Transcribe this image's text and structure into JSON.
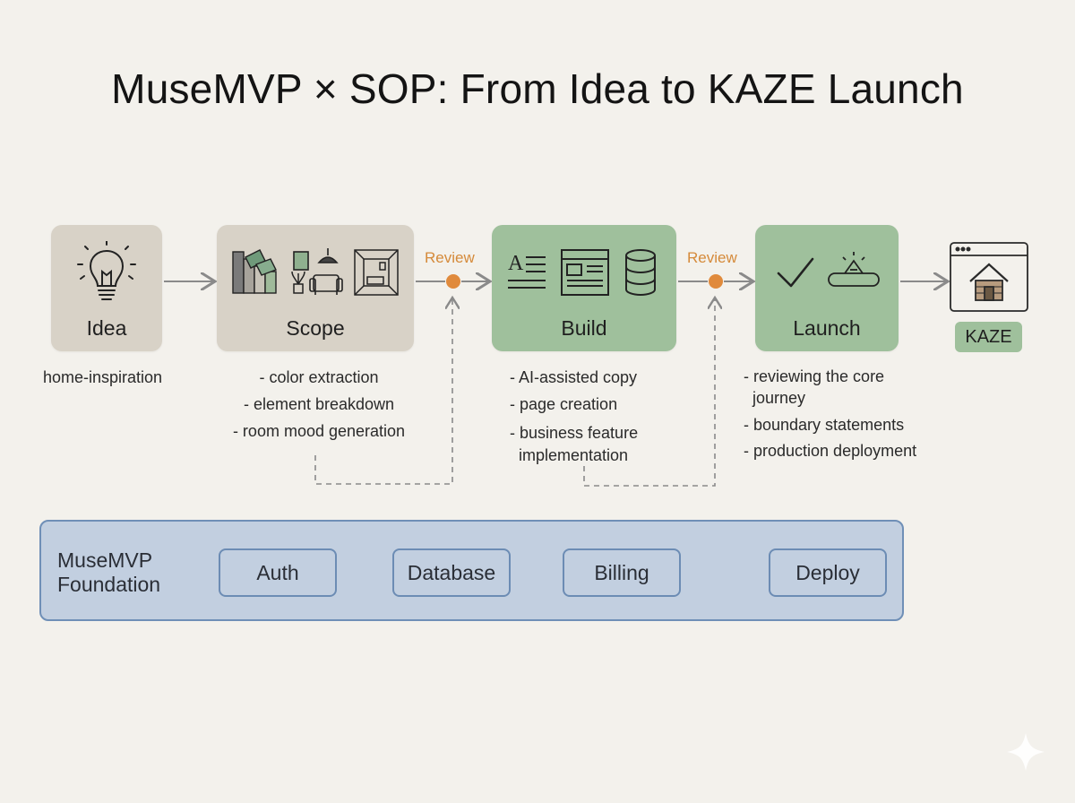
{
  "title": "MuseMVP × SOP: From Idea to KAZE Launch",
  "stages": {
    "idea": {
      "label": "Idea",
      "bullets": [
        "home-inspiration"
      ]
    },
    "scope": {
      "label": "Scope",
      "bullets": [
        "- color extraction",
        "- element breakdown",
        "- room mood generation"
      ]
    },
    "build": {
      "label": "Build",
      "bullets": [
        "- AI-assisted copy",
        "- page creation",
        "- business feature",
        "  implementation"
      ]
    },
    "launch": {
      "label": "Launch",
      "bullets": [
        "- reviewing the core",
        "  journey",
        "- boundary statements",
        "- production deployment"
      ]
    }
  },
  "review_labels": [
    "Review",
    "Review"
  ],
  "destination": {
    "label": "KAZE",
    "icon": "house-browser-icon"
  },
  "foundation": {
    "label_line1": "MuseMVP",
    "label_line2": "Foundation",
    "nodes": [
      "Auth",
      "Database",
      "Billing",
      "Deploy"
    ]
  },
  "colors": {
    "background": "#f3f1ec",
    "neutral_box": "#d8d2c7",
    "green_box": "#9fc09c",
    "review_accent": "#e08a3c",
    "foundation_fill": "#c2cfe0",
    "foundation_border": "#6f8fb7"
  },
  "icons": {
    "idea": [
      "lightbulb-icon"
    ],
    "scope": [
      "color-swatch-icon",
      "picture-frame-icon",
      "pendant-lamp-icon",
      "plant-icon",
      "armchair-icon",
      "room-icon"
    ],
    "build": [
      "text-document-icon",
      "webpage-layout-icon",
      "database-icon"
    ],
    "launch": [
      "checkmark-icon",
      "launch-button-icon"
    ]
  }
}
